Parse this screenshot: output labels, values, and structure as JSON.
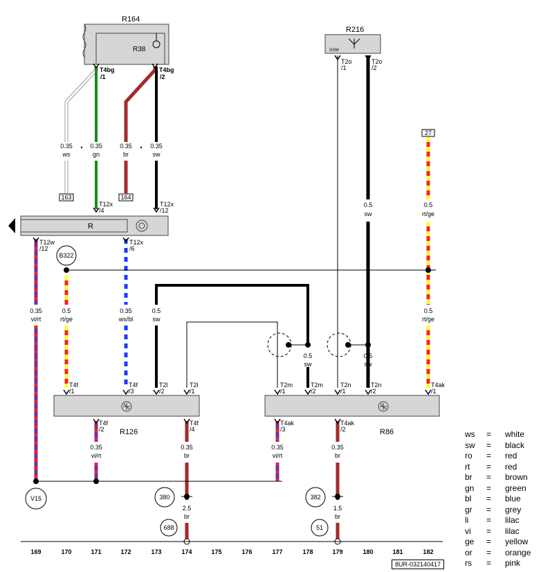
{
  "components": {
    "r164": {
      "label": "R164"
    },
    "r38": {
      "label": "R38"
    },
    "r216": {
      "label": "R216",
      "sub": "GSM"
    },
    "r": {
      "label": "R"
    },
    "r126": {
      "label": "R126"
    },
    "r86": {
      "label": "R86"
    }
  },
  "connector_labels": {
    "t4bg_1": "T4bg",
    "t4bg_1_pin": "/1",
    "t4bg_2": "T4bg",
    "t4bg_2_pin": "/2",
    "t2o_1": "T2o",
    "t2o_1_pin": "/1",
    "t2o_2": "T2o",
    "t2o_2_pin": "/2",
    "t12x_4": "T12x",
    "t12x_4_pin": "/4",
    "t12x_12": "T12x",
    "t12x_12_pin": "/12",
    "t12w_12": "T12w",
    "t12w_12_pin": "/12",
    "t12x_6": "T12x",
    "t12x_6_pin": "/6",
    "t4f_1": "T4f",
    "t4f_1_pin": "/1",
    "t4f_3": "T4f",
    "t4f_3_pin": "/3",
    "t2l_2": "T2l",
    "t2l_2_pin": "/2",
    "t2l_1": "T2l",
    "t2l_1_pin": "/1",
    "t2m_1": "T2m",
    "t2m_1_pin": "/1",
    "t2m_2": "T2m",
    "t2m_2_pin": "/2",
    "t2n_1": "T2n",
    "t2n_1_pin": "/1",
    "t2n_2": "T2n",
    "t2n_2_pin": "/2",
    "t4ak_1": "T4ak",
    "t4ak_1_pin": "/1",
    "t4f_2": "T4f",
    "t4f_2_pin": "/2",
    "t4f_4": "T4f",
    "t4f_4_pin": "/4",
    "t4ak_3": "T4ak",
    "t4ak_3_pin": "/3",
    "t4ak_2": "T4ak",
    "t4ak_2_pin": "/2"
  },
  "wires": [
    {
      "id": "w1",
      "size": "0.35",
      "color": "ws"
    },
    {
      "id": "w2",
      "size": "0.35",
      "color": "gn"
    },
    {
      "id": "w3",
      "size": "0.35",
      "color": "br"
    },
    {
      "id": "w4",
      "size": "0.35",
      "color": "sw"
    },
    {
      "id": "w5",
      "size": "0.5",
      "color": "sw"
    },
    {
      "id": "w6",
      "size": "0.5",
      "color": "rt/ge"
    },
    {
      "id": "w7",
      "size": "0.35",
      "color": "vi/rt"
    },
    {
      "id": "w8",
      "size": "0.5",
      "color": "rt/ge"
    },
    {
      "id": "w9",
      "size": "0.35",
      "color": "ws/bl"
    },
    {
      "id": "w10",
      "size": "0.5",
      "color": "sw"
    },
    {
      "id": "w11",
      "size": "0.5",
      "color": "rt/ge"
    },
    {
      "id": "w12",
      "size": "0.5",
      "color": "sw"
    },
    {
      "id": "w13",
      "size": "0.5",
      "color": "sw"
    },
    {
      "id": "w14",
      "size": "0.35",
      "color": "vi/rt"
    },
    {
      "id": "w15",
      "size": "0.35",
      "color": "br"
    },
    {
      "id": "w16",
      "size": "0.35",
      "color": "vi/rt"
    },
    {
      "id": "w17",
      "size": "0.35",
      "color": "br"
    },
    {
      "id": "w18",
      "size": "2.5",
      "color": "br"
    },
    {
      "id": "w19",
      "size": "1.5",
      "color": "br"
    }
  ],
  "references": {
    "ref163": "163",
    "ref164": "164",
    "ref27": "27",
    "b322": "B322",
    "v15": "V15",
    "n380": "380",
    "n382": "382",
    "n688": "688",
    "n51": "51"
  },
  "tracks": [
    "169",
    "170",
    "171",
    "172",
    "173",
    "174",
    "175",
    "176",
    "177",
    "178",
    "179",
    "180",
    "181",
    "182"
  ],
  "legend": [
    {
      "abbr": "ws",
      "eq": "=",
      "name": "white"
    },
    {
      "abbr": "sw",
      "eq": "=",
      "name": "black"
    },
    {
      "abbr": "ro",
      "eq": "=",
      "name": "red"
    },
    {
      "abbr": "rt",
      "eq": "=",
      "name": "red"
    },
    {
      "abbr": "br",
      "eq": "=",
      "name": "brown"
    },
    {
      "abbr": "gn",
      "eq": "=",
      "name": "green"
    },
    {
      "abbr": "bl",
      "eq": "=",
      "name": "blue"
    },
    {
      "abbr": "gr",
      "eq": "=",
      "name": "grey"
    },
    {
      "abbr": "li",
      "eq": "=",
      "name": "lilac"
    },
    {
      "abbr": "vi",
      "eq": "=",
      "name": "lilac"
    },
    {
      "abbr": "ge",
      "eq": "=",
      "name": "yellow"
    },
    {
      "abbr": "or",
      "eq": "=",
      "name": "orange"
    },
    {
      "abbr": "rs",
      "eq": "=",
      "name": "pink"
    }
  ],
  "doc_number": "8UR-032140417",
  "colors": {
    "white": "#ffffff",
    "black": "#000000",
    "green": "#1a8a1a",
    "brown": "#a52a2a",
    "red": "#ff1f1f",
    "yellow": "#ffff33",
    "violet": "#7030a0",
    "blue": "#1a3cff",
    "component": "#d6d6d6"
  }
}
